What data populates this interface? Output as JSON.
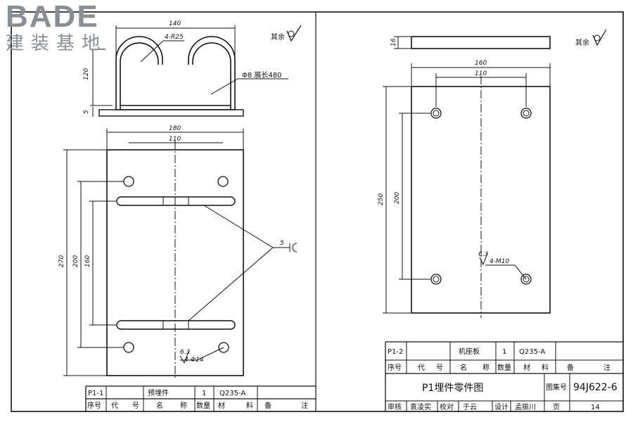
{
  "brand": {
    "logo_text": "BADE",
    "subtitle": "建装基地"
  },
  "left_part": {
    "dims": {
      "overall_width": "140",
      "radius": "4-R25",
      "height": "120",
      "base": "5",
      "plate_width": "180",
      "hole_spacing": "110",
      "plate_height": "270",
      "height_200": "200",
      "height_160": "160",
      "weld": "5",
      "holes": "4-Φ14",
      "roughness": "6.3"
    },
    "rod_note": "Φ8 展长480",
    "finish_note": "其余"
  },
  "right_part": {
    "dims": {
      "thickness": "16",
      "plate_width": "160",
      "hole_spacing": "110",
      "plate_height": "250",
      "height_200": "200",
      "threads": "4-M10",
      "roughness": "6.3"
    },
    "finish_note": "其余"
  },
  "left_table": {
    "row": {
      "code": "P1-1",
      "name": "预埋件",
      "qty": "1",
      "material": "Q235-A"
    },
    "headers": [
      "序号",
      "代",
      "号",
      "名",
      "称",
      "数量",
      "材",
      "料",
      "备",
      "注"
    ]
  },
  "right_table": {
    "row": {
      "code": "P1-2",
      "name": "机座板",
      "qty": "1",
      "material": "Q235-A"
    },
    "headers": [
      "序号",
      "代",
      "号",
      "名",
      "称",
      "数量",
      "材",
      "料",
      "备",
      "注"
    ],
    "drawing_title": "P1埋件零件图",
    "atlas_label": "图集号",
    "atlas_no": "94J622-6",
    "sign_row": [
      "审核",
      "袁凌实",
      "校对",
      "于云",
      "设计",
      "孟振川",
      "页",
      "14"
    ]
  }
}
